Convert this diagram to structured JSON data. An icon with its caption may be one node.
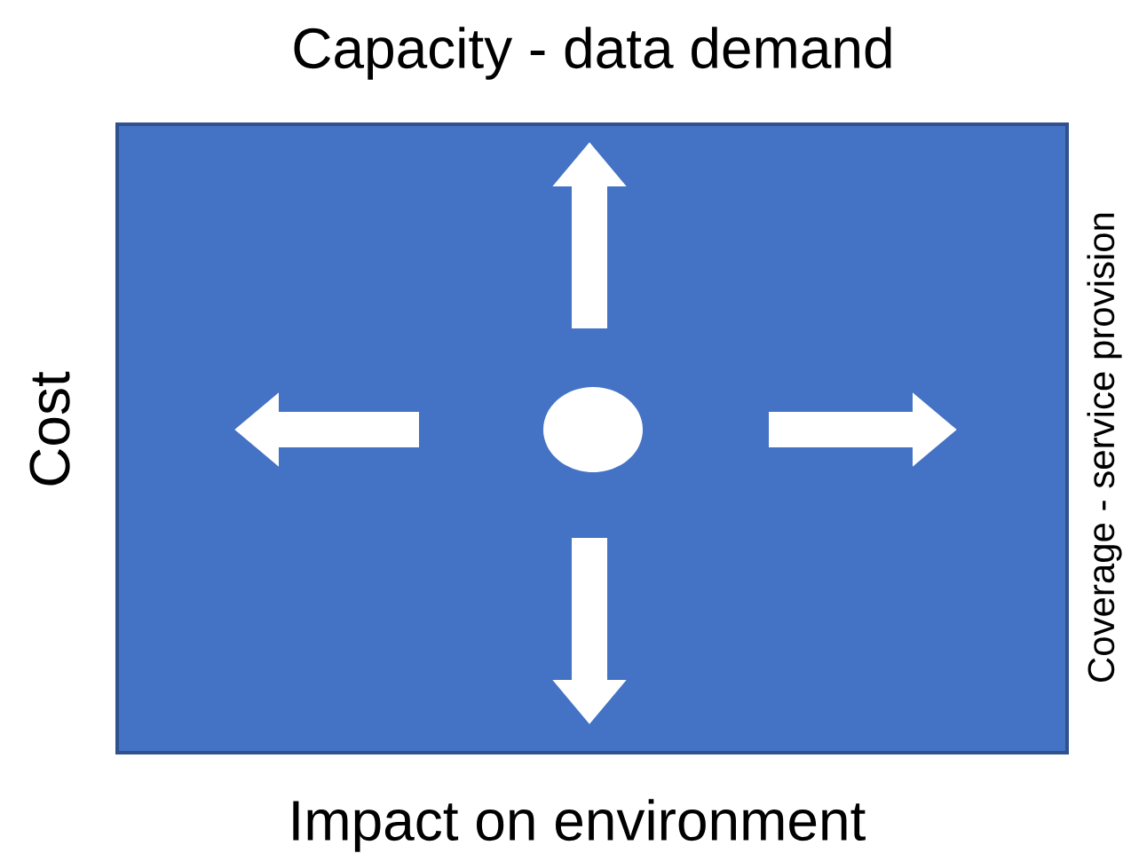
{
  "diagram": {
    "nodes": [
      {
        "text": [],
        "shape": "box"
      },
      {
        "text": [],
        "shape": "circle",
        "in": 0
      }
    ],
    "labels": [
      "Capacity - data demand",
      "Cost",
      "Coverage - service provision",
      "Impact on environment"
    ]
  }
}
